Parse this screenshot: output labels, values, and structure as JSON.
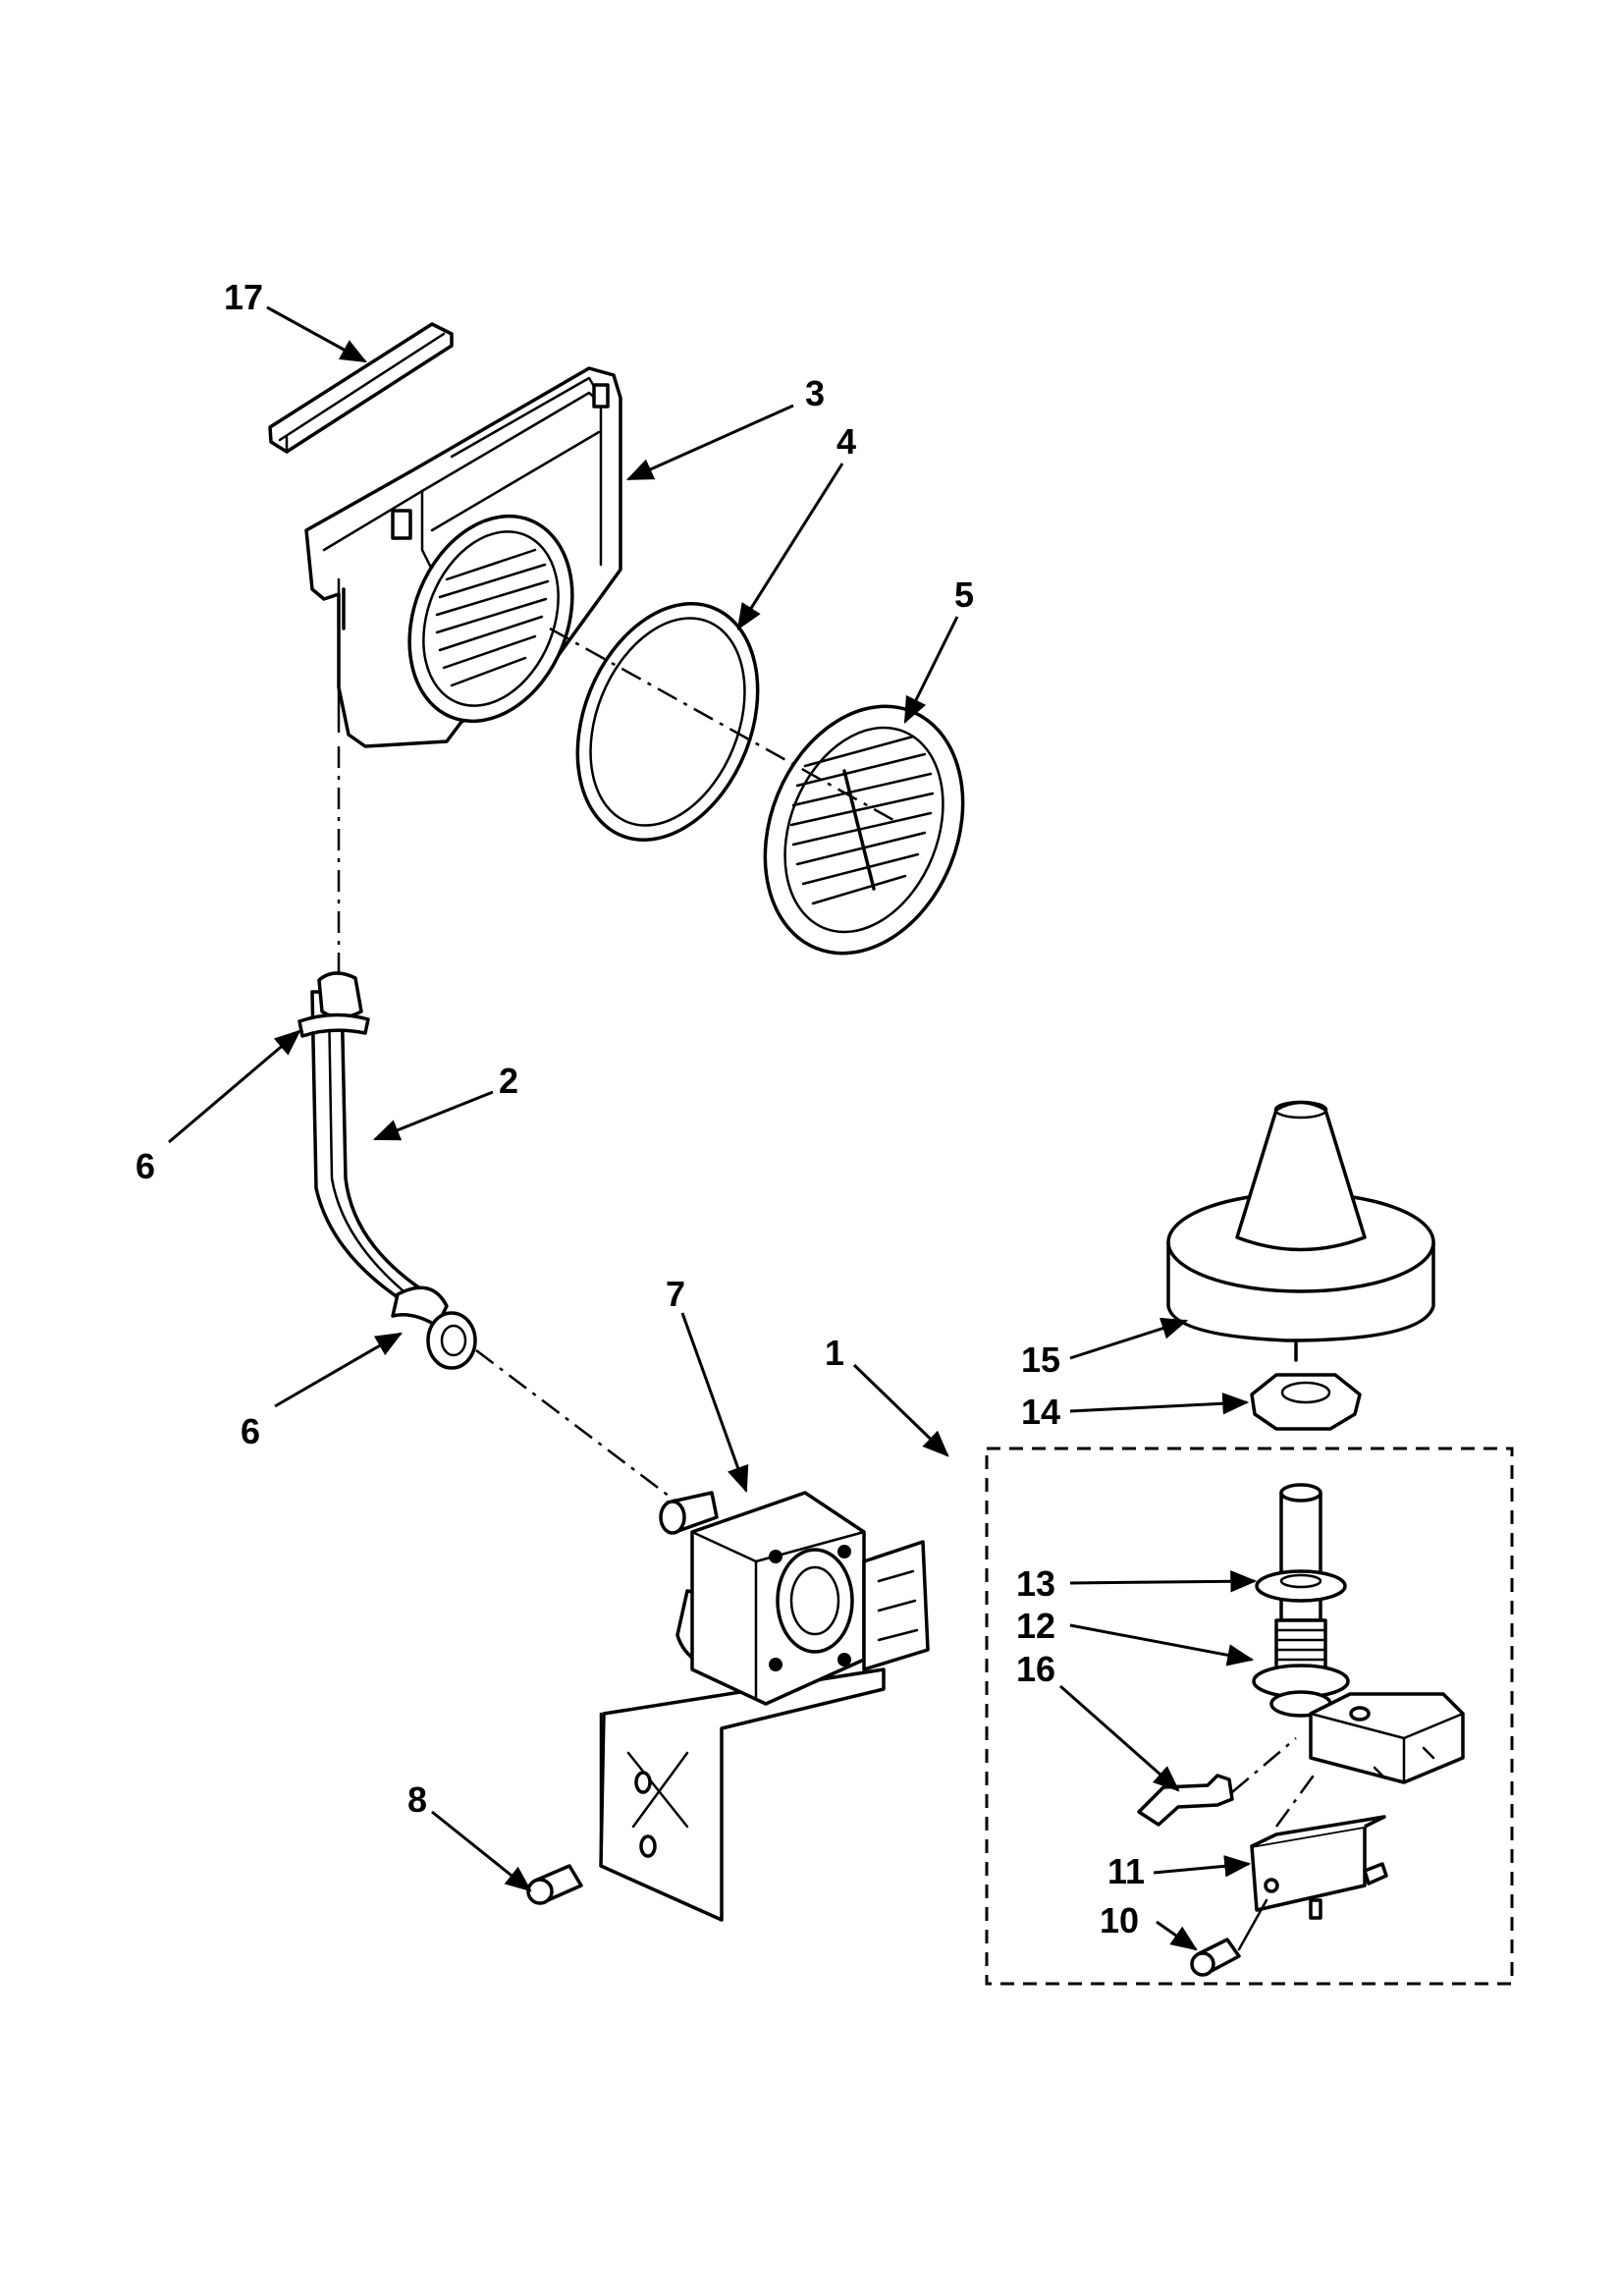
{
  "callouts": {
    "c1": "1",
    "c2": "2",
    "c3": "3",
    "c4": "4",
    "c5": "5",
    "c6a": "6",
    "c6b": "6",
    "c7": "7",
    "c8": "8",
    "c10": "10",
    "c11": "11",
    "c12": "12",
    "c13": "13",
    "c14": "14",
    "c15": "15",
    "c16": "16",
    "c17": "17"
  },
  "colors": {
    "ink": "#000000",
    "paper": "#ffffff"
  }
}
